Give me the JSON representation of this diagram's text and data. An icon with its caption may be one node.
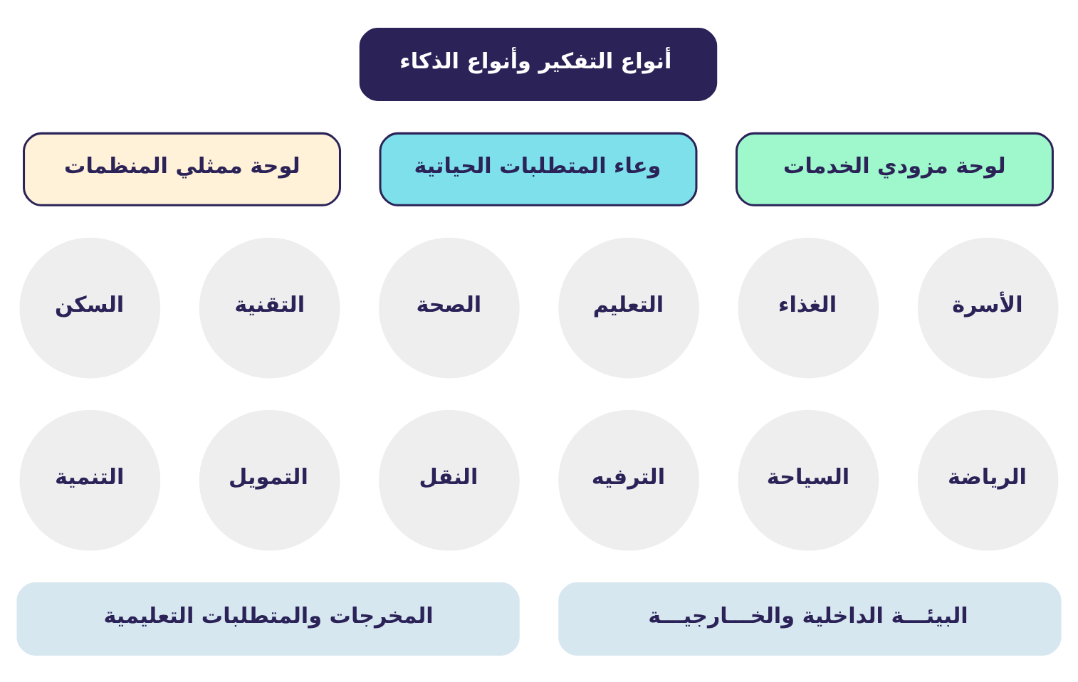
{
  "diagram": {
    "nodes": [
      {
        "text": [
          "أنواع التفكير وأنواع الذكاء"
        ]
      },
      {
        "text": [
          "لوحة مزودي الخدمات"
        ]
      },
      {
        "text": [
          "وعاء المتطلبات الحياتية"
        ]
      },
      {
        "text": [
          "لوحة ممثلي المنظمات"
        ]
      },
      {
        "text": [
          "الأسرة"
        ]
      },
      {
        "text": [
          "الغذاء"
        ]
      },
      {
        "text": [
          "التعليم"
        ]
      },
      {
        "text": [
          "الصحة"
        ]
      },
      {
        "text": [
          "التقنية"
        ]
      },
      {
        "text": [
          "السكن"
        ]
      },
      {
        "text": [
          "الرياضة"
        ]
      },
      {
        "text": [
          "السياحة"
        ]
      },
      {
        "text": [
          "الترفيه"
        ]
      },
      {
        "text": [
          "النقل"
        ]
      },
      {
        "text": [
          "التمويل"
        ]
      },
      {
        "text": [
          "التنمية"
        ]
      },
      {
        "text": [
          "البيئـــة الداخلية والخـــارجيـــة"
        ]
      },
      {
        "text": [
          "المخرجات والمتطلبات التعليمية"
        ]
      }
    ]
  }
}
